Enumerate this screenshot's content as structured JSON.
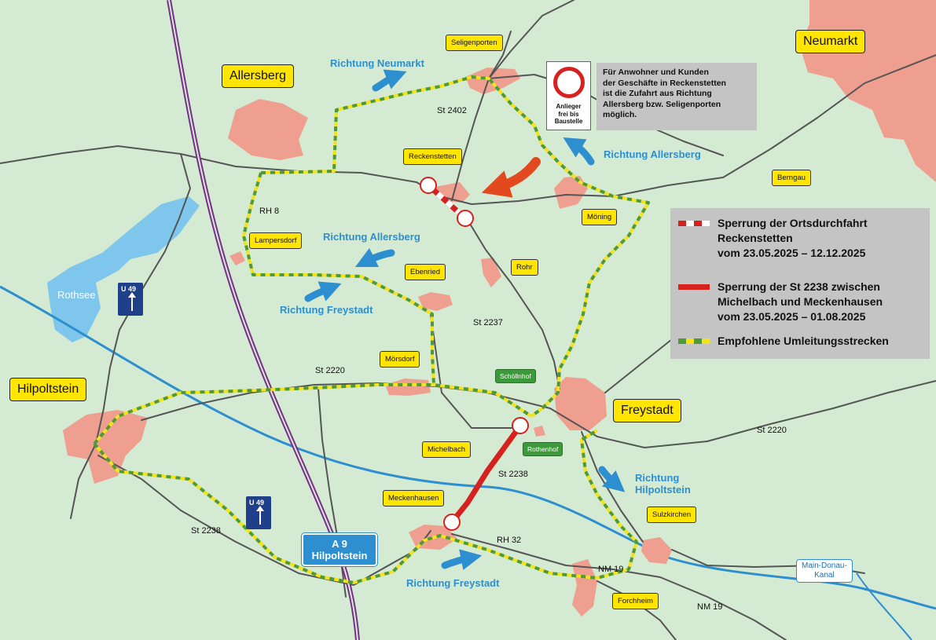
{
  "towns": {
    "neumarkt": "Neumarkt",
    "allersberg": "Allersberg",
    "hilpoltstein": "Hilpoltstein",
    "freystadt": "Freystadt"
  },
  "villages": {
    "seligenporten": "Seligenporten",
    "reckenstetten": "Reckenstetten",
    "moening": "Möning",
    "berngau": "Berngau",
    "lampersdorf": "Lampersdorf",
    "ebenried": "Ebenried",
    "rohr": "Rohr",
    "moersdorf": "Mörsdorf",
    "michelbach": "Michelbach",
    "meckenhausen": "Meckenhausen",
    "sulzkirchen": "Sulzkirchen",
    "forchheim": "Forchheim"
  },
  "hamlets": {
    "schoellnhof": "Schöllnhof",
    "rothenhof": "Rothenhof"
  },
  "roads": {
    "st2402": "St 2402",
    "rh8": "RH 8",
    "st2237": "St 2237",
    "st2220_a": "St 2220",
    "st2220_b": "St 2220",
    "st2238_a": "St 2238",
    "st2238_b": "St 2238",
    "rh32": "RH 32",
    "nm19_a": "NM 19",
    "nm19_b": "NM 19"
  },
  "directions": {
    "neumarkt": "Richtung Neumarkt",
    "allersberg_1": "Richtung Allersberg",
    "allersberg_2": "Richtung Allersberg",
    "freystadt_1": "Richtung Freystadt",
    "freystadt_2": "Richtung Freystadt",
    "hilpoltstein_1": "Richtung",
    "hilpoltstein_2": "Hilpoltstein"
  },
  "water": {
    "rothsee": "Rothsee",
    "canal_1": "Main-Donau-",
    "canal_2": "Kanal"
  },
  "motorway": {
    "line1": "A 9",
    "line2": "Hilpoltstein"
  },
  "route_shield": "U 49",
  "sign": {
    "line1": "Anlieger",
    "line2": "frei bis",
    "line3": "Baustelle"
  },
  "note": {
    "line1": "Für Anwohner und Kunden",
    "line2": "der Geschäfte in Reckenstetten",
    "line3": "ist die Zufahrt aus Richtung",
    "line4": "Allersberg bzw. Seligenporten",
    "line5": "möglich."
  },
  "legend": {
    "item1_line1": "Sperrung der Ortsdurchfahrt",
    "item1_line2": "Reckenstetten",
    "item1_line3": "vom 23.05.2025 – 12.12.2025",
    "item2_line1": "Sperrung der St 2238 zwischen",
    "item2_line2": "Michelbach und Meckenhausen",
    "item2_line3": "vom 23.05.2025 – 01.08.2025",
    "item3_line1": "Empfohlene Umleitungsstrecken"
  },
  "colors": {
    "background": "#d4ead2",
    "settlement": "#ef9f8f",
    "road": "#555555",
    "detour_yellow": "#f4e21c",
    "detour_green": "#4e9a3a",
    "closure_red": "#d7211f",
    "water": "#2d8fcf",
    "rail": "#7a2f8a",
    "town_label": "#ffe500",
    "hamlet_label": "#3d9a3a",
    "direction_text": "#2d8fcf",
    "panel_grey": "#c4c4c4",
    "shield_blue": "#1f3f8a"
  }
}
